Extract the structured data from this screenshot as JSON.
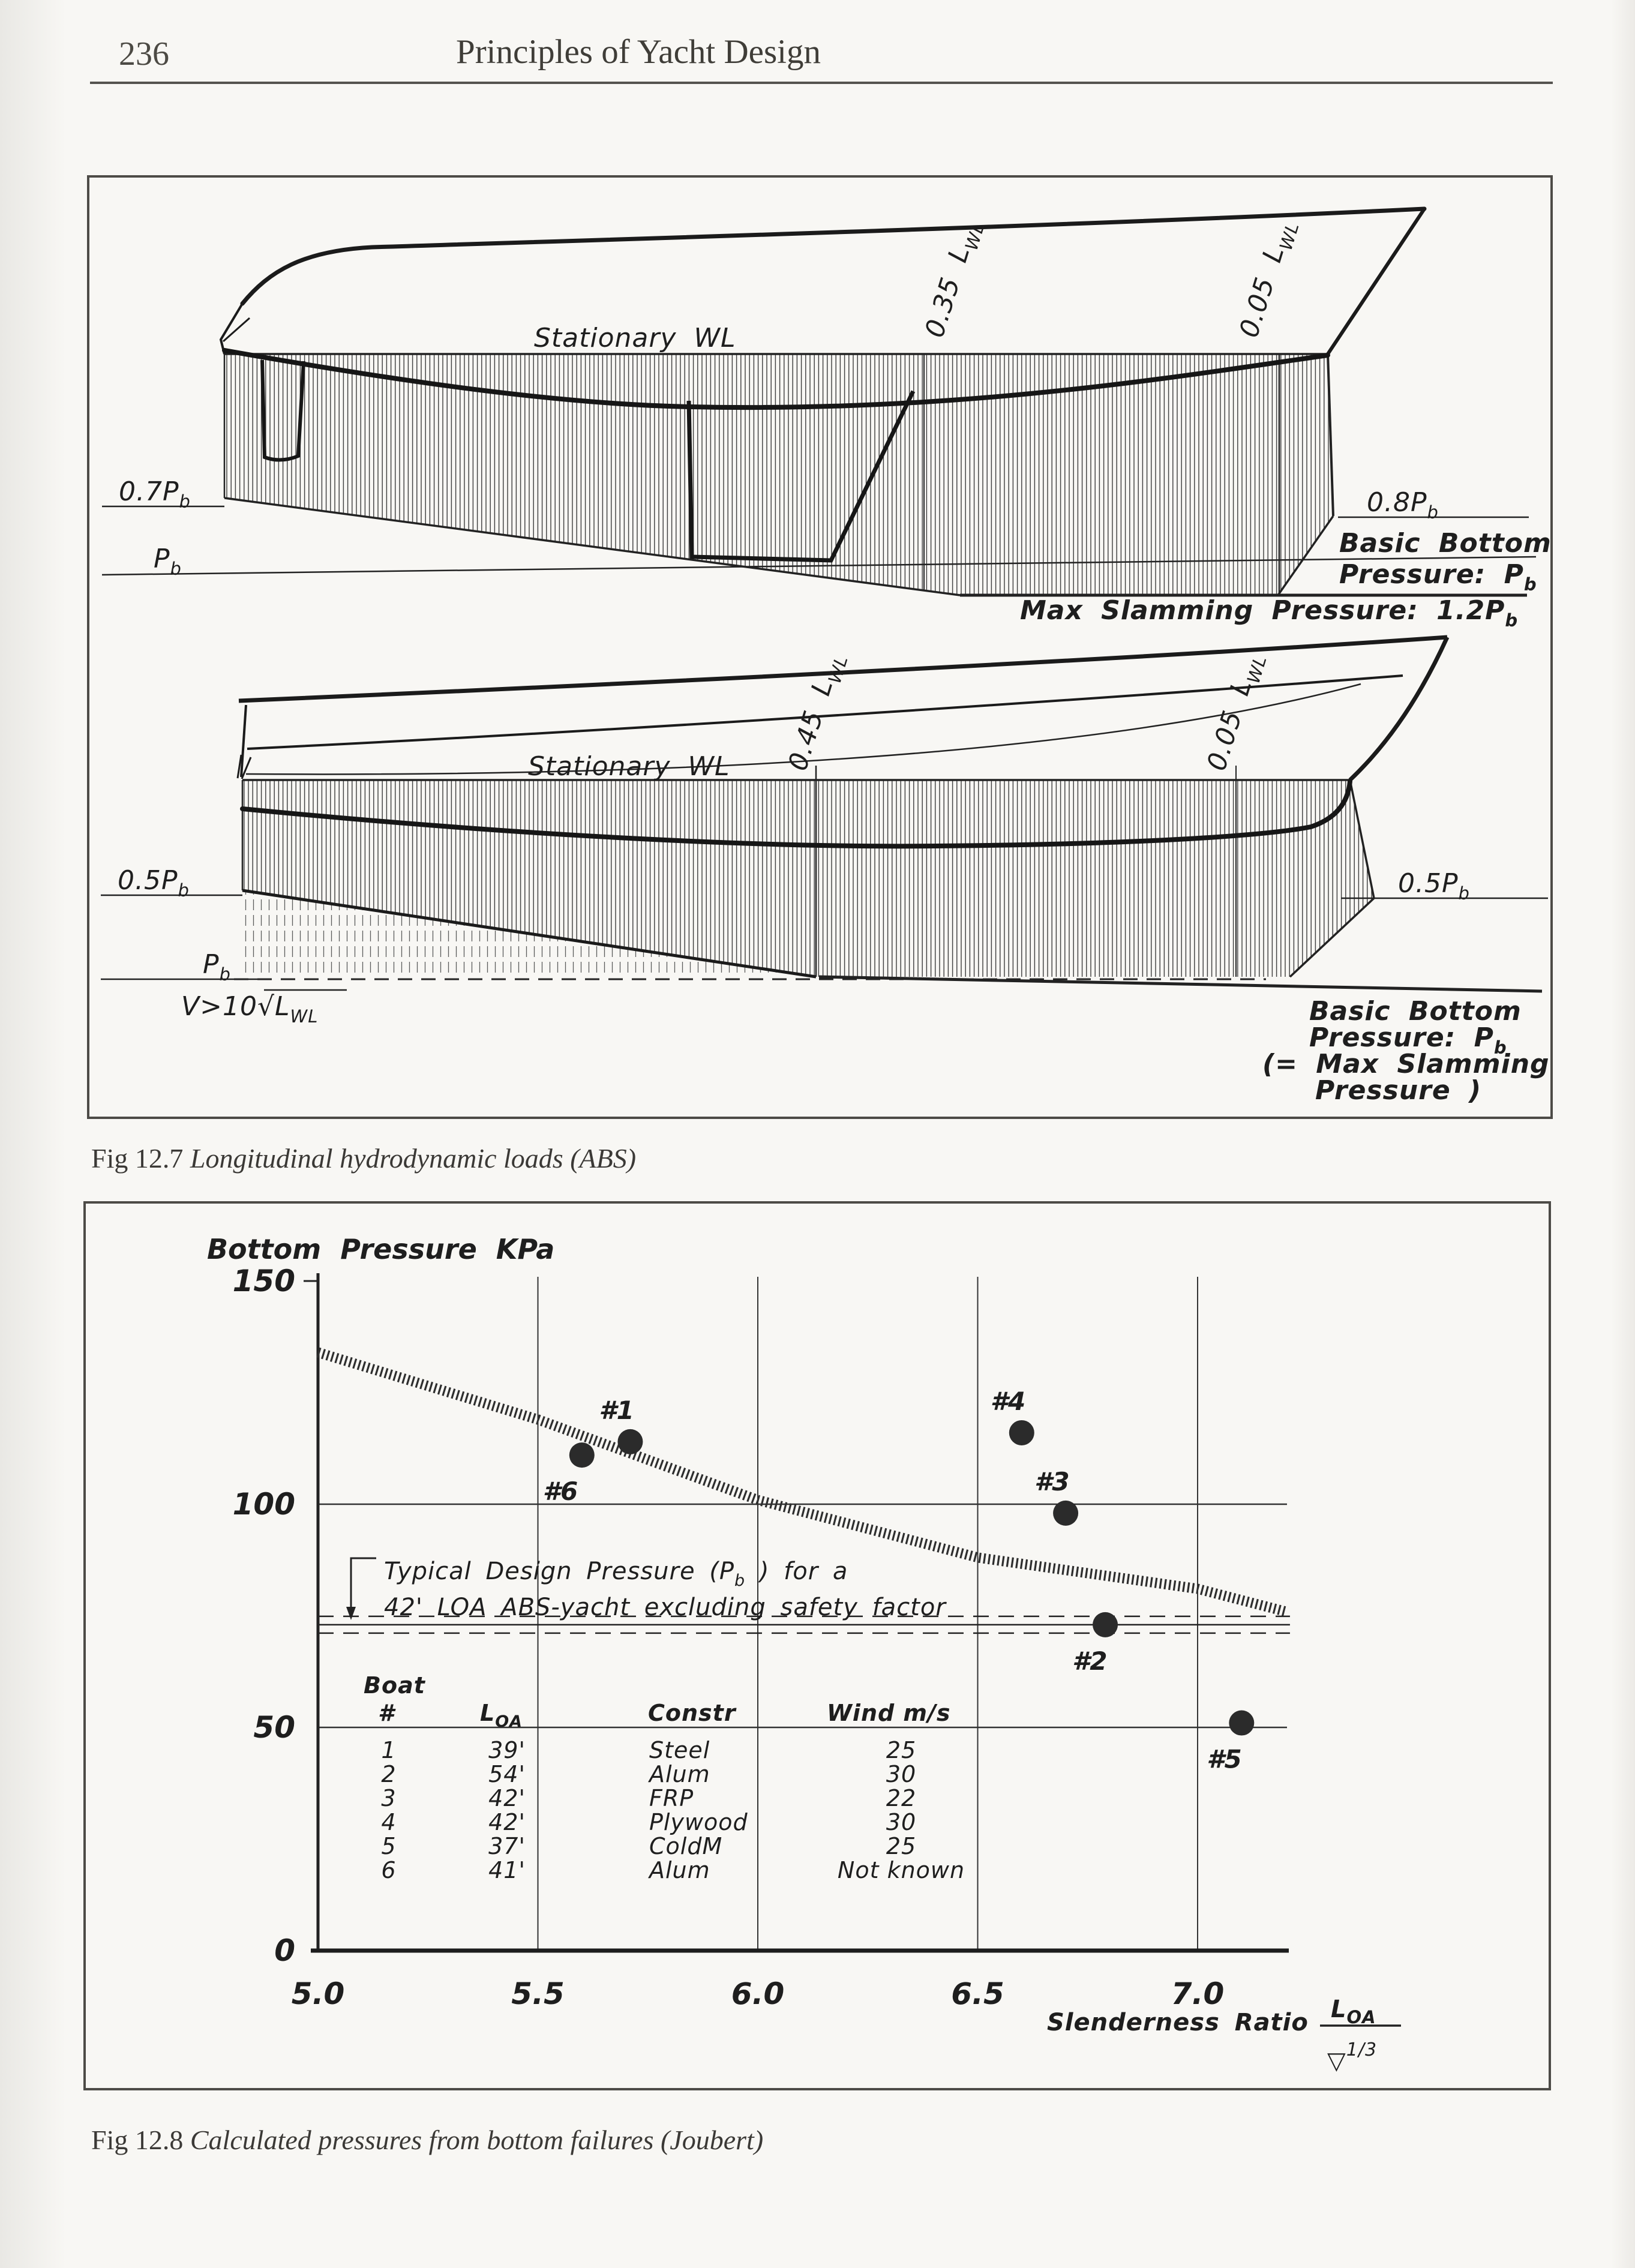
{
  "page": {
    "number": "236",
    "title": "Principles of Yacht Design"
  },
  "fig127": {
    "caption_prefix": "Fig 12.7",
    "caption": "Longitudinal hydrodynamic loads (ABS)",
    "top": {
      "stationary_wl": "Stationary WL",
      "station_035": {
        "m": "0.35 L",
        "s": "WL"
      },
      "station_005": {
        "m": "0.05 L",
        "s": "WL"
      },
      "p07": {
        "m": "0.7P",
        "s": "b"
      },
      "pb_left": {
        "m": "P",
        "s": "b"
      },
      "p08": {
        "m": "0.8P",
        "s": "b"
      },
      "basic_1": "Basic Bottom",
      "basic_2": {
        "m": "Pressure: P",
        "s": "b"
      },
      "max_slam": {
        "m": "Max Slamming Pressure: 1.2P",
        "s": "b"
      }
    },
    "bottom": {
      "stationary_wl": "Stationary WL",
      "station_045": {
        "m": "0.45 L",
        "s": "WL"
      },
      "station_005": {
        "m": "0.05 L",
        "s": "WL"
      },
      "p05_left": {
        "m": "0.5P",
        "s": "b"
      },
      "p05_right": {
        "m": "0.5P",
        "s": "b"
      },
      "pb": {
        "m": "P",
        "s": "b"
      },
      "v10": {
        "m": "V>10√L",
        "s": "WL"
      },
      "basic_1": "Basic Bottom",
      "basic_2": {
        "m": "Pressure: P",
        "s": "b"
      },
      "eq_1": "(= Max Slamming",
      "eq_2": "Pressure )"
    }
  },
  "fig128": {
    "caption_prefix": "Fig 12.8",
    "caption": "Calculated pressures from bottom failures (Joubert)"
  },
  "chart_data": {
    "type": "scatter",
    "title": "Bottom Pressure KPa",
    "ylabel": "Bottom Pressure KPa",
    "xlabel": "Slenderness Ratio",
    "xlabel_frac": {
      "num_m": "L",
      "num_s": "OA",
      "den_m": "▽",
      "den_s": "1/3"
    },
    "xlim": [
      5.0,
      7.25
    ],
    "ylim": [
      0,
      150
    ],
    "grid": "partial",
    "legend_position": "none",
    "y_ticks": [
      {
        "v": 150,
        "label": "150"
      },
      {
        "v": 100,
        "label": "100"
      },
      {
        "v": 50,
        "label": "50"
      },
      {
        "v": 0,
        "label": "0"
      }
    ],
    "x_ticks": [
      {
        "v": 5.0,
        "label": "5.0"
      },
      {
        "v": 5.5,
        "label": "5.5"
      },
      {
        "v": 6.0,
        "label": "6.0"
      },
      {
        "v": 6.5,
        "label": "6.5"
      },
      {
        "v": 7.0,
        "label": "7.0"
      }
    ],
    "grid_x": [
      5.5,
      6.0,
      6.5,
      7.0
    ],
    "grid_y": [
      100,
      50
    ],
    "design_curve": {
      "name": "ABS design bottom pressure (hatched band)",
      "points": [
        [
          5.0,
          134
        ],
        [
          5.5,
          119
        ],
        [
          6.0,
          101
        ],
        [
          6.5,
          88
        ],
        [
          7.0,
          81
        ],
        [
          7.2,
          76
        ]
      ]
    },
    "design_line": {
      "name": "Typical design pressure Pb, 42' ABS yacht",
      "value": 73,
      "x_start": 5.0,
      "x_end": 7.21,
      "style": "dashed-double"
    },
    "points": [
      {
        "id": "#1",
        "x": 5.71,
        "y": 114,
        "lx": -52,
        "ly": -38
      },
      {
        "id": "#2",
        "x": 6.79,
        "y": 73,
        "lx": -55,
        "ly": 75
      },
      {
        "id": "#3",
        "x": 6.7,
        "y": 98,
        "lx": -52,
        "ly": -38
      },
      {
        "id": "#4",
        "x": 6.6,
        "y": 116,
        "lx": -52,
        "ly": -38
      },
      {
        "id": "#5",
        "x": 7.1,
        "y": 51,
        "lx": -58,
        "ly": 75
      },
      {
        "id": "#6",
        "x": 5.6,
        "y": 111,
        "lx": -65,
        "ly": 75
      }
    ],
    "annotation": {
      "l1a": "Typical Design Pressure (P",
      "l1b": "b",
      "l1c": " ) for a",
      "l2": "42' LOA ABS-yacht excluding safety factor"
    },
    "table": {
      "header": {
        "boat": "Boat",
        "hash": "#",
        "loa_m": "L",
        "loa_s": "OA",
        "constr": "Constr",
        "wind": "Wind m/s"
      },
      "rows": [
        [
          "1",
          "39'",
          "Steel",
          "25"
        ],
        [
          "2",
          "54'",
          "Alum",
          "30"
        ],
        [
          "3",
          "42'",
          "FRP",
          "22"
        ],
        [
          "4",
          "42'",
          "Plywood",
          "30"
        ],
        [
          "5",
          "37'",
          "ColdM",
          "25"
        ],
        [
          "6",
          "41'",
          "Alum",
          "Not known"
        ]
      ]
    }
  }
}
